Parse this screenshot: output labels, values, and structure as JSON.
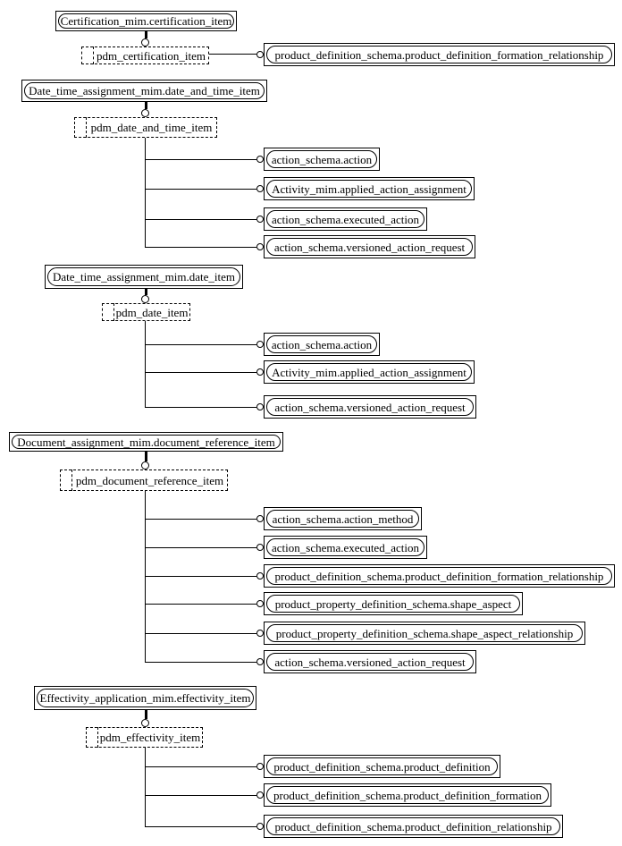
{
  "colors": {
    "line": "#000000",
    "background": "#ffffff"
  },
  "groups": [
    {
      "supertype": "Certification_mim.certification_item",
      "select_type": "pdm_certification_item",
      "entities": [
        "product_definition_schema.product_definition_formation_relationship"
      ]
    },
    {
      "supertype": "Date_time_assignment_mim.date_and_time_item",
      "select_type": "pdm_date_and_time_item",
      "entities": [
        "action_schema.action",
        "Activity_mim.applied_action_assignment",
        "action_schema.executed_action",
        "action_schema.versioned_action_request"
      ]
    },
    {
      "supertype": "Date_time_assignment_mim.date_item",
      "select_type": "pdm_date_item",
      "entities": [
        "action_schema.action",
        "Activity_mim.applied_action_assignment",
        "action_schema.versioned_action_request"
      ]
    },
    {
      "supertype": "Document_assignment_mim.document_reference_item",
      "select_type": "pdm_document_reference_item",
      "entities": [
        "action_schema.action_method",
        "action_schema.executed_action",
        "product_definition_schema.product_definition_formation_relationship",
        "product_property_definition_schema.shape_aspect",
        "product_property_definition_schema.shape_aspect_relationship",
        "action_schema.versioned_action_request"
      ]
    },
    {
      "supertype": "Effectivity_application_mim.effectivity_item",
      "select_type": "pdm_effectivity_item",
      "entities": [
        "product_definition_schema.product_definition",
        "product_definition_schema.product_definition_formation",
        "product_definition_schema.product_definition_relationship"
      ]
    }
  ]
}
